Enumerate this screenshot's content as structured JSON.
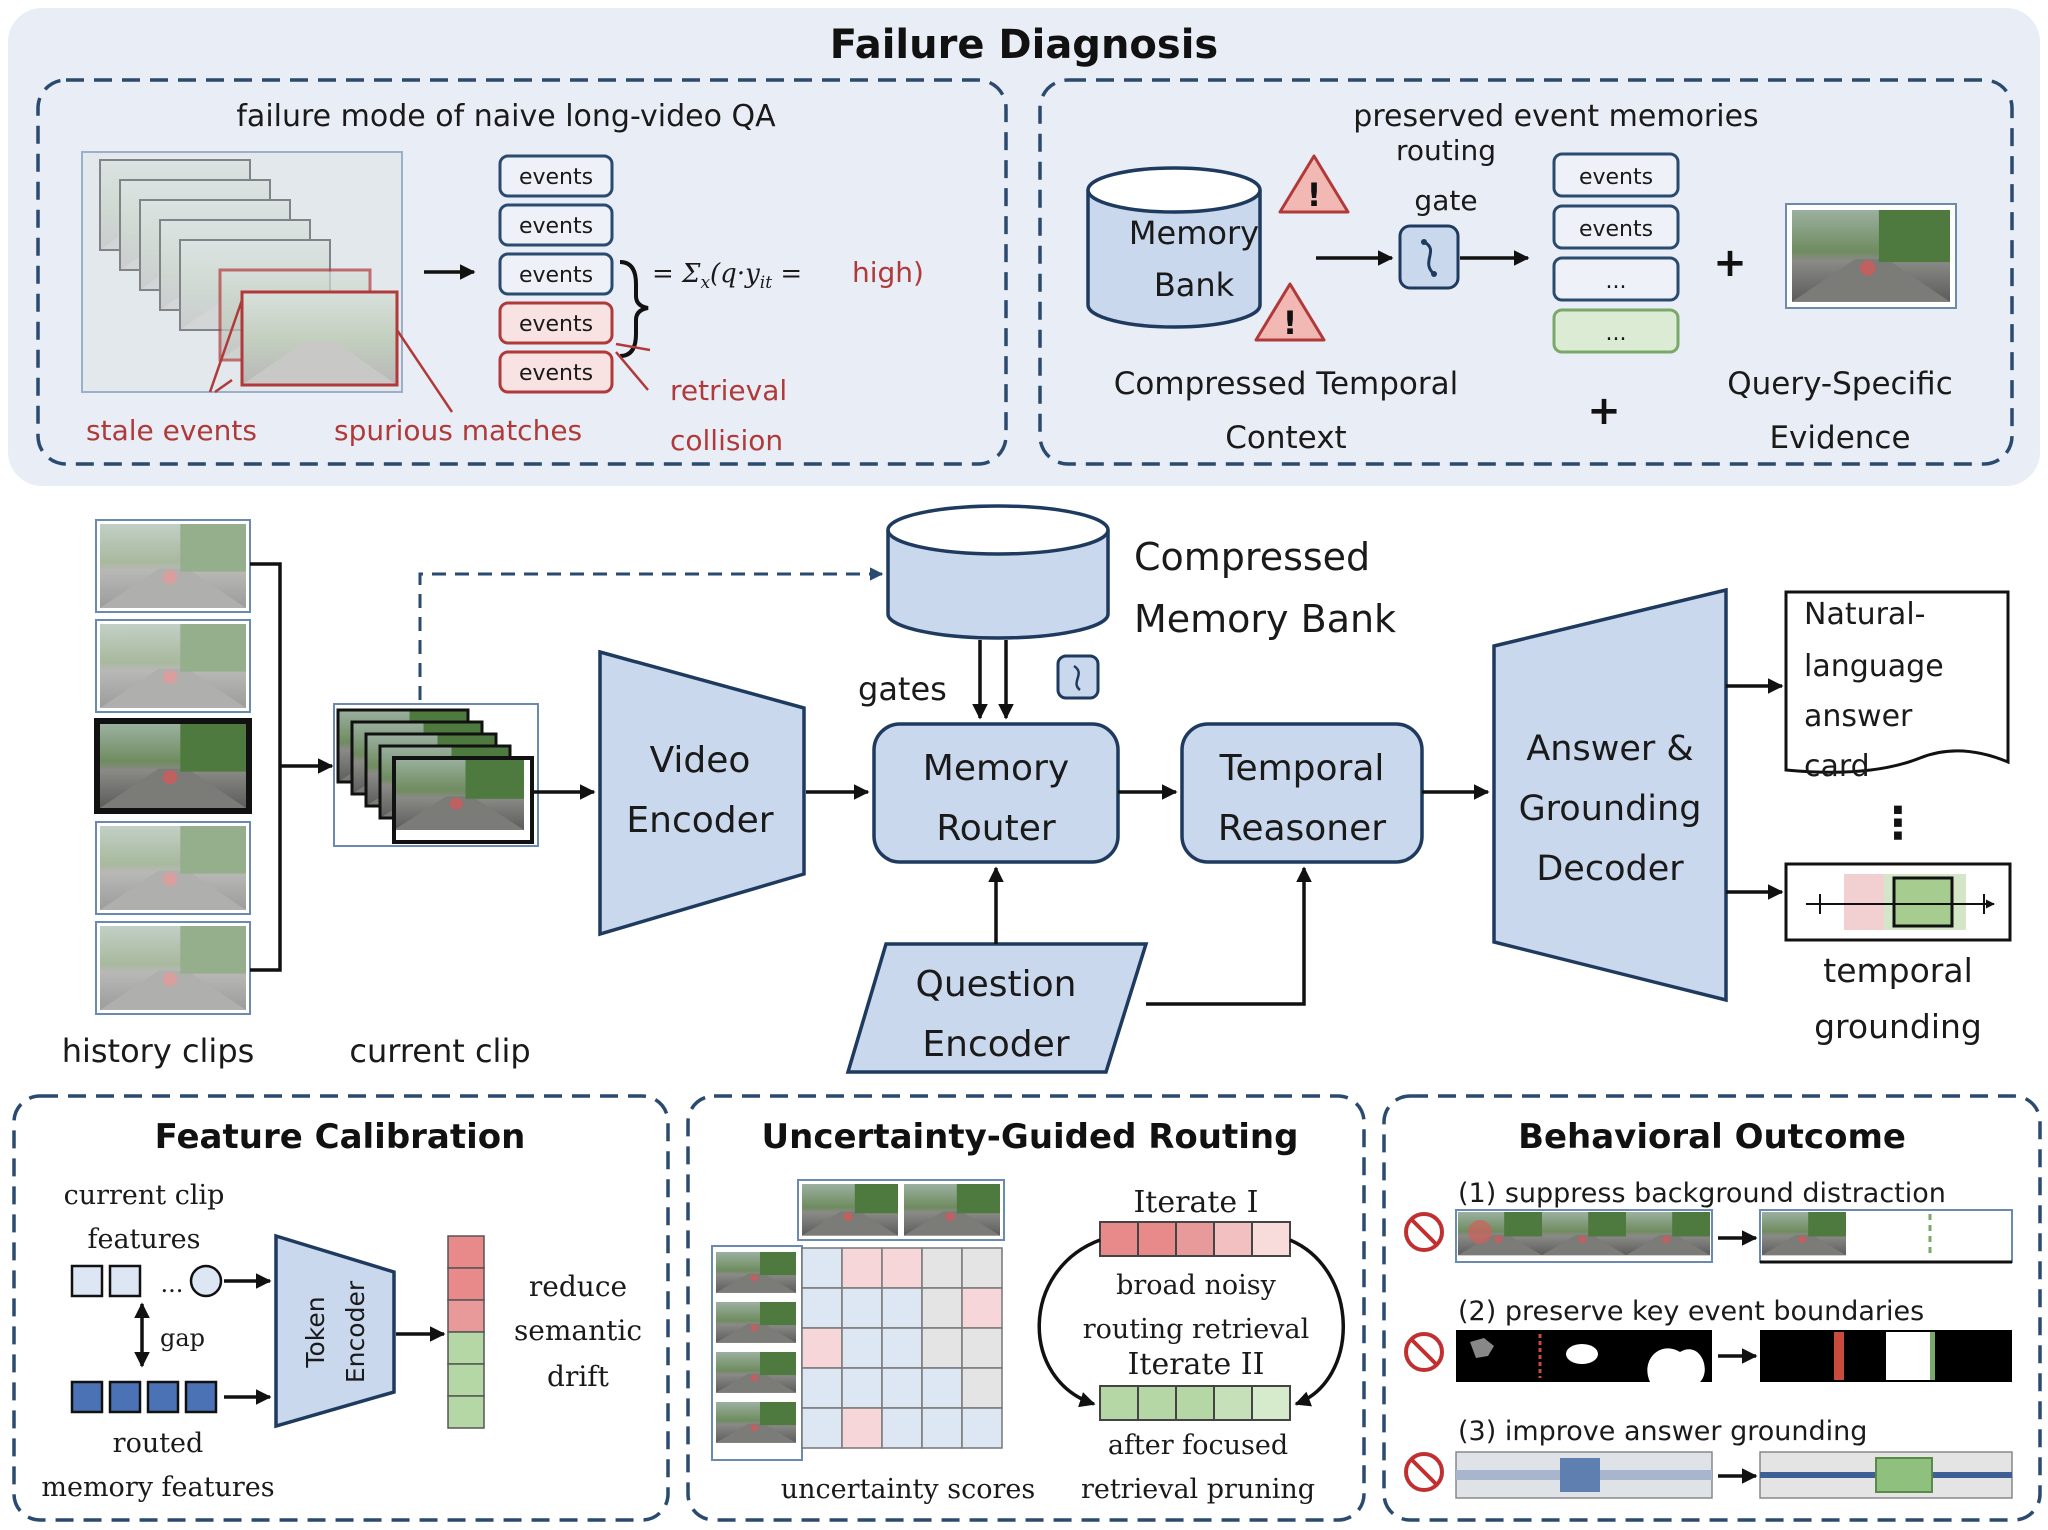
{
  "top": {
    "title": "Failure Diagnosis",
    "left": {
      "title": "failure mode of naive long-video QA",
      "event_label": "events",
      "formula_prefix": "= Σ",
      "formula_sub1": "x",
      "formula_mid": "(q·y",
      "formula_sub2": "it",
      "formula_suffix": " =",
      "formula_high": "high)",
      "stale": "stale events",
      "spurious": "spurious matches",
      "retrieval": "retrieval",
      "collision": "collision"
    },
    "right": {
      "title": "preserved event memories",
      "routing": "routing",
      "gate": "gate",
      "mem1": "Memory",
      "mem2": "Bank",
      "warn": "!",
      "events": "events",
      "dots": "...",
      "plus": "+",
      "compressed1": "Compressed Temporal",
      "compressed2": "Context",
      "query1": "Query-Specific",
      "query2": "Evidence"
    }
  },
  "middle": {
    "history": "history clips",
    "current": "current clip",
    "bank1": "Compressed",
    "bank2": "Memory Bank",
    "gates": "gates",
    "video1": "Video",
    "video2": "Encoder",
    "router1": "Memory",
    "router2": "Router",
    "reasoner1": "Temporal",
    "reasoner2": "Reasoner",
    "question1": "Question",
    "question2": "Encoder",
    "decoder1": "Answer &",
    "decoder2": "Grounding",
    "decoder3": "Decoder",
    "answer1": "Natural-",
    "answer2": "language",
    "answer3": "answer",
    "answer4": "card",
    "vdots": "⋮",
    "tg1": "temporal",
    "tg2": "grounding"
  },
  "bottom": {
    "fc": {
      "title": "Feature Calibration",
      "cur1": "current clip",
      "cur2": "features",
      "dots": "...",
      "gap": "gap",
      "routed1": "routed",
      "routed2": "memory features",
      "token": "Token",
      "encoder": "Encoder",
      "reduce1": "reduce",
      "reduce2": "semantic",
      "reduce3": "drift"
    },
    "ugr": {
      "title": "Uncertainty-Guided Routing",
      "scores": "uncertainty scores",
      "iter1": "Iterate I",
      "broad1": "broad noisy",
      "broad2": "routing retrieval",
      "iter2": "Iterate II",
      "after1": "after focused",
      "after2": "retrieval pruning"
    },
    "bo": {
      "title": "Behavioral Outcome",
      "item1": "(1) suppress background distraction",
      "item2": "(2) preserve key event boundaries",
      "item3": "(3) improve answer grounding"
    }
  },
  "colors": {
    "panel_bg": "#e9edf6",
    "module_fill": "#c9d8ec",
    "accent_red": "#b03a3a",
    "red_cell": "#e8999a",
    "green_cell": "#b5d7a6",
    "blue_cell": "#4a72b5",
    "warning": "#f2b8b4"
  },
  "icons": [
    "warning-icon",
    "gate-icon",
    "prohibited-icon",
    "arrow-icon"
  ]
}
